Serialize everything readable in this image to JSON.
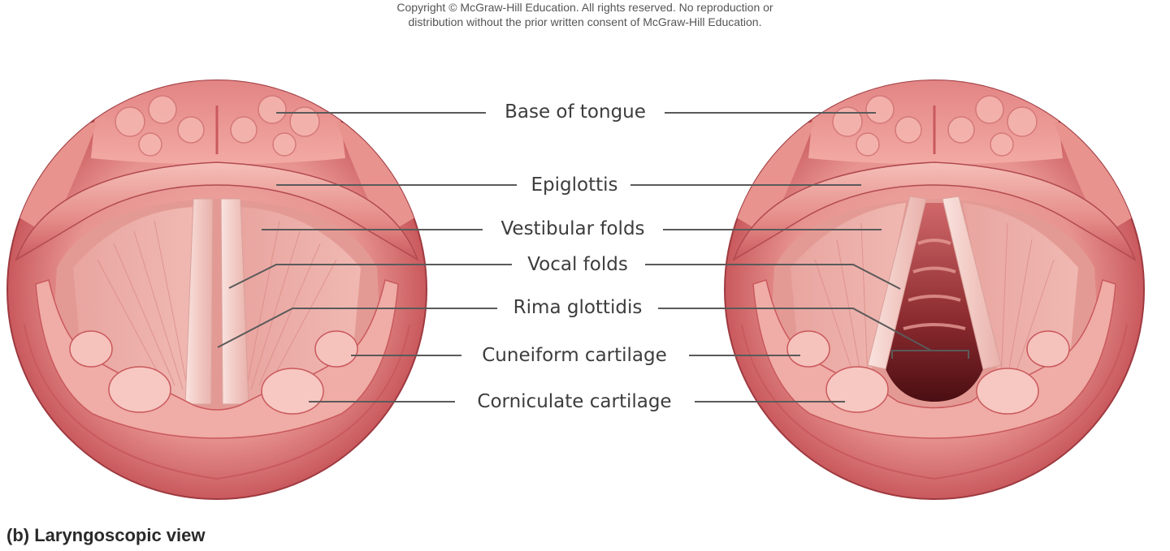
{
  "copyright": {
    "line1": "Copyright © McGraw-Hill Education. All rights reserved. No reproduction or",
    "line2": "distribution without the prior written consent of McGraw-Hill Education."
  },
  "labels": {
    "base_of_tongue": "Base of tongue",
    "epiglottis": "Epiglottis",
    "vestibular_folds": "Vestibular folds",
    "vocal_folds": "Vocal folds",
    "rima_glottidis": "Rima glottidis",
    "cuneiform_cartilage": "Cuneiform cartilage",
    "corniculate_cartilage": "Corniculate cartilage"
  },
  "caption": "(b) Laryngoscopic view",
  "colors": {
    "circle_rim": "#b8454a",
    "tissue_light": "#f3b3ad",
    "tissue_mid": "#e08a86",
    "tissue_dark": "#c9595d",
    "vocal_fold": "#f6d7d2",
    "glottis_dark": "#5a1418",
    "leader_line": "#5a5a5a"
  }
}
